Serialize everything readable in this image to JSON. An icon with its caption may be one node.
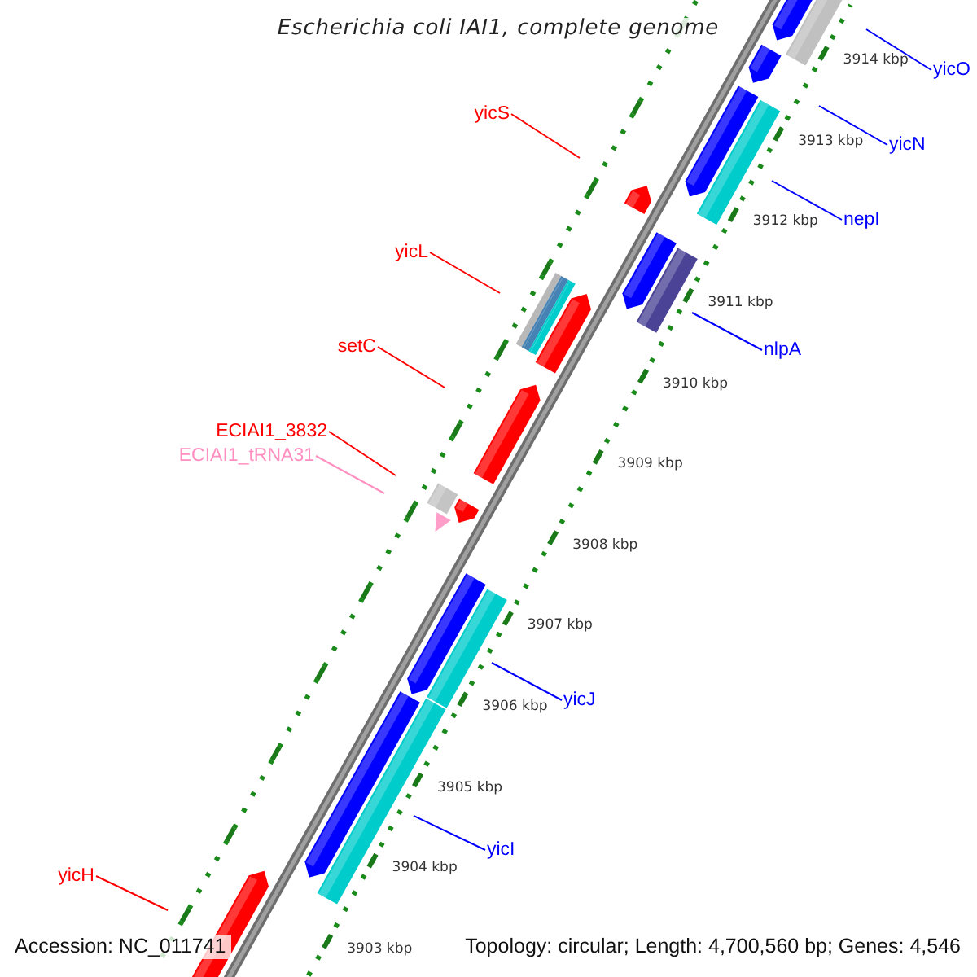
{
  "diagram": {
    "title": "Escherichia coli IAI1, complete genome",
    "nodes": [
      {
        "text": [
          "yicO"
        ]
      },
      {
        "text": [
          "yicS"
        ]
      },
      {
        "text": [
          "yicN"
        ]
      },
      {
        "text": [
          "nepI"
        ]
      },
      {
        "text": [
          "yicL"
        ]
      },
      {
        "text": [
          "nlpA"
        ]
      },
      {
        "text": [
          "setC"
        ]
      },
      {
        "text": [
          "ECIAI1_3832"
        ]
      },
      {
        "text": [
          "ECIAI1_tRNA31"
        ]
      },
      {
        "text": [
          "yicJ"
        ]
      },
      {
        "text": [
          "yicI"
        ]
      },
      {
        "text": [
          "yicH"
        ]
      }
    ],
    "edges": [
      {
        "from": 0,
        "to": null,
        "arrow": "none"
      },
      {
        "from": 1,
        "to": null,
        "arrow": "none",
        "color": "#ff0000"
      },
      {
        "from": 2,
        "to": null,
        "arrow": "none"
      },
      {
        "from": 3,
        "to": null,
        "arrow": "none"
      },
      {
        "from": 4,
        "to": null,
        "arrow": "none",
        "color": "#ff0000"
      },
      {
        "from": 5,
        "to": null,
        "arrow": "none"
      },
      {
        "from": 6,
        "to": null,
        "arrow": "none",
        "color": "#ff0000"
      },
      {
        "from": 7,
        "to": null,
        "arrow": "none",
        "color": "#ff0000"
      },
      {
        "from": 8,
        "to": null,
        "arrow": "none",
        "color": "#ff8fc0"
      },
      {
        "from": 9,
        "to": null,
        "arrow": "none"
      },
      {
        "from": 10,
        "to": null,
        "arrow": "none"
      },
      {
        "from": 11,
        "to": null,
        "arrow": "none",
        "color": "#ff0000"
      }
    ],
    "labels": [
      "3914 kbp",
      "3913 kbp",
      "3912 kbp",
      "3911 kbp",
      "3910 kbp",
      "3909 kbp",
      "3908 kbp",
      "3907 kbp",
      "3906 kbp",
      "3905 kbp",
      "3904 kbp",
      "3903 kbp",
      "Accession: NC_011741",
      "Topology: circular; Length: 4,700,560 bp; Genes: 4,546"
    ]
  }
}
